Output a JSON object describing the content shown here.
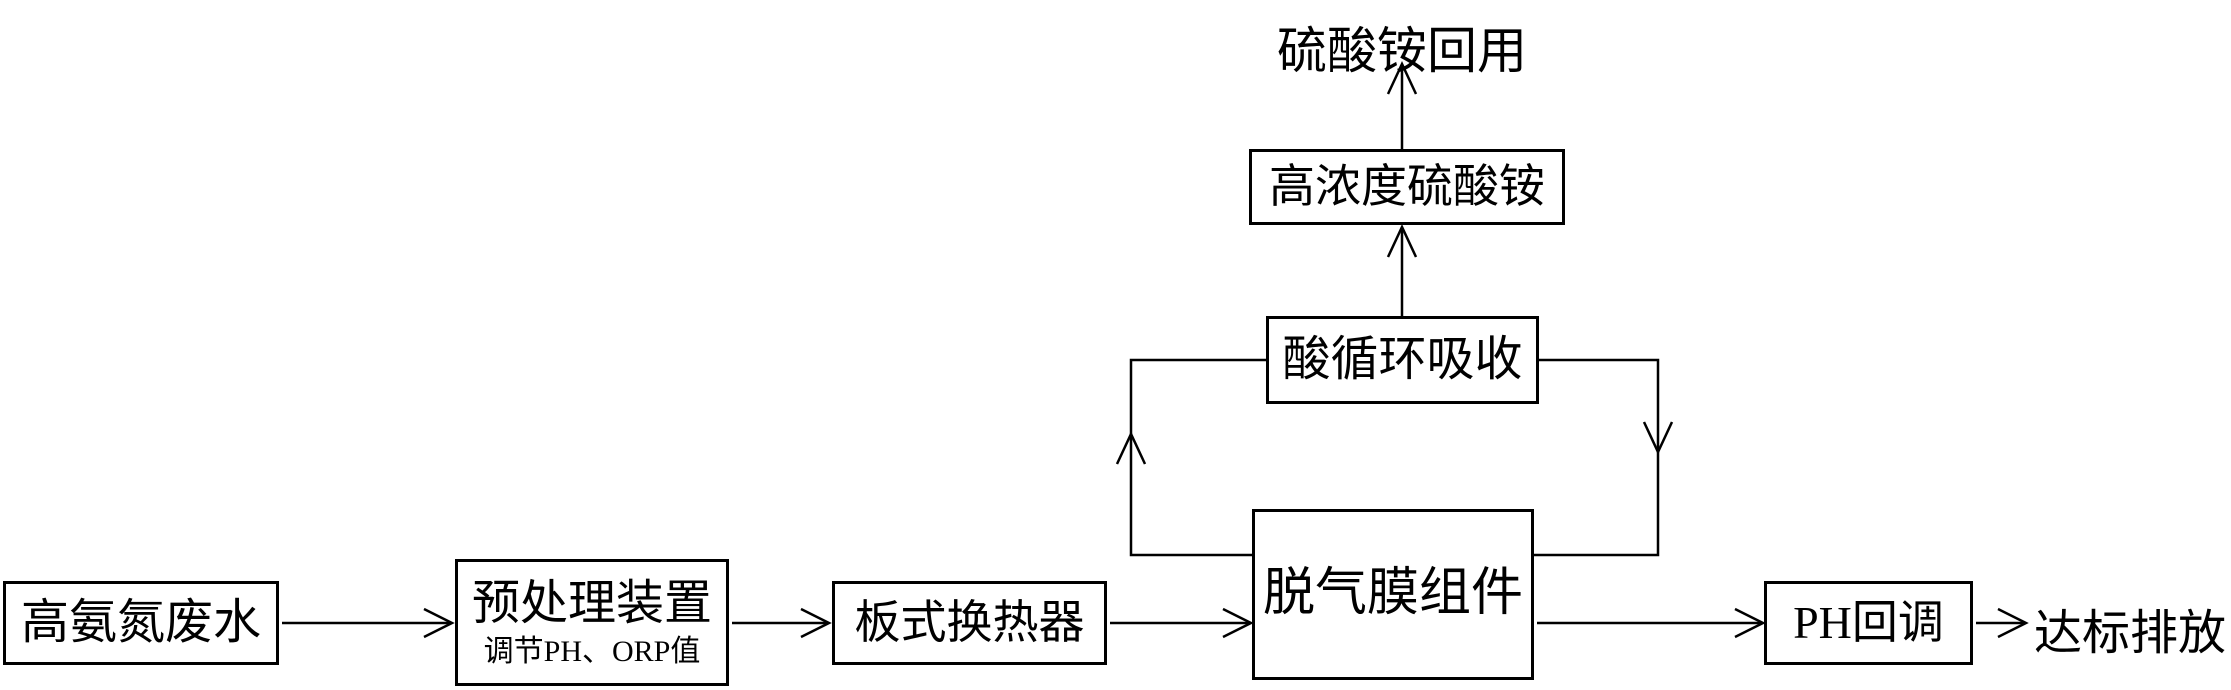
{
  "diagram": {
    "colors": {
      "background": "#ffffff",
      "line": "#000000",
      "text": "#000000"
    },
    "nodes": {
      "wastewater": {
        "label": "高氨氮废水"
      },
      "pretreatment": {
        "label": "预处理装置",
        "sublabel": "调节PH、ORP值"
      },
      "heat_exchanger": {
        "label": "板式换热器"
      },
      "degassing_membrane": {
        "label": "脱气膜组件"
      },
      "acid_absorption": {
        "label": "酸循环吸收"
      },
      "ammonium_sulfate": {
        "label": "高浓度硫酸铵"
      },
      "ammonium_reuse": {
        "label": "硫酸铵回用"
      },
      "ph_readjust": {
        "label": "PH回调"
      },
      "discharge": {
        "label": "达标排放"
      }
    },
    "flows": [
      "高氨氮废水 → 预处理装置",
      "预处理装置 → 板式换热器",
      "板式换热器 → 脱气膜组件",
      "脱气膜组件 → PH回调",
      "PH回调 → 达标排放",
      "脱气膜组件 → 酸循环吸收 (循环上行)",
      "酸循环吸收 → 脱气膜组件 (循环下行)",
      "酸循环吸收 → 高浓度硫酸铵",
      "高浓度硫酸铵 → 硫酸铵回用"
    ]
  }
}
